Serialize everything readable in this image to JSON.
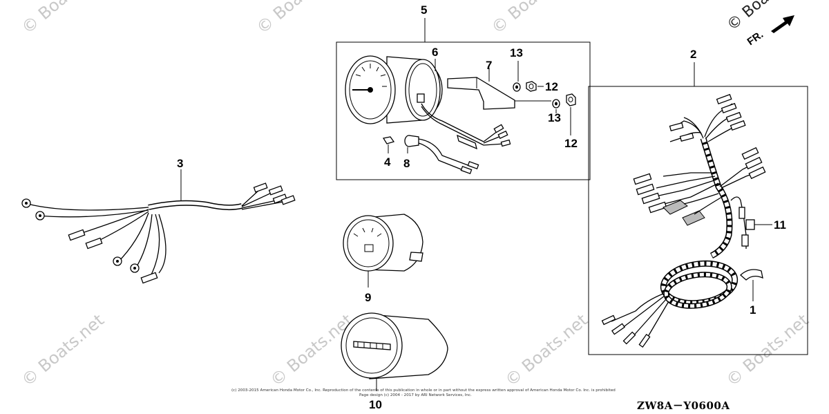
{
  "watermark": "© Boats.net",
  "orientation": {
    "label": "FR."
  },
  "diagram_code": "ZW8A－Y0600A",
  "copyright_line_1": "(c) 2003-2015 American Honda Motor Co., Inc. Reproduction of the contents of this publication in whole or in part without the express written approval of American Honda Motor Co. Inc. is prohibited",
  "copyright_line_2": "Page design (c) 2004 - 2017 by ARI Network Services, Inc.",
  "callouts": {
    "c1": "1",
    "c2": "2",
    "c3": "3",
    "c4": "4",
    "c5": "5",
    "c6": "6",
    "c7": "7",
    "c8": "8",
    "c9": "9",
    "c10": "10",
    "c11": "11",
    "c12a": "12",
    "c12b": "12",
    "c13a": "13",
    "c13b": "13"
  }
}
